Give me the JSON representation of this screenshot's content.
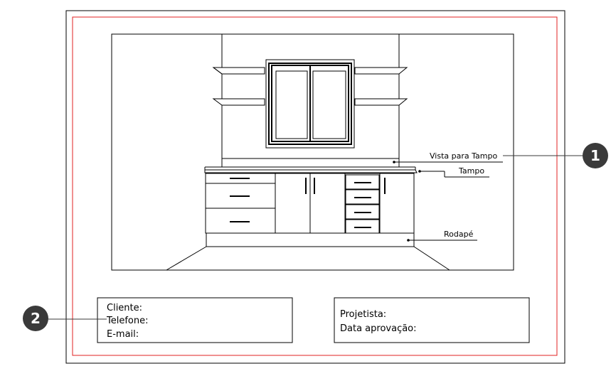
{
  "colors": {
    "border_outer": "#000000",
    "border_inner": "#e02020",
    "badge_fill": "#3a3a3a",
    "badge_text": "#ffffff",
    "line": "#000000"
  },
  "callouts": {
    "vista_para_tampo": "Vista para Tampo",
    "tampo": "Tampo",
    "rodape": "Rodapé"
  },
  "badges": {
    "badge_1": "1",
    "badge_2": "2"
  },
  "client_box": {
    "cliente": "Cliente:",
    "telefone": "Telefone:",
    "email": "E-mail:"
  },
  "designer_box": {
    "projetista": "Projetista:",
    "data_aprovacao": "Data aprovação:"
  }
}
